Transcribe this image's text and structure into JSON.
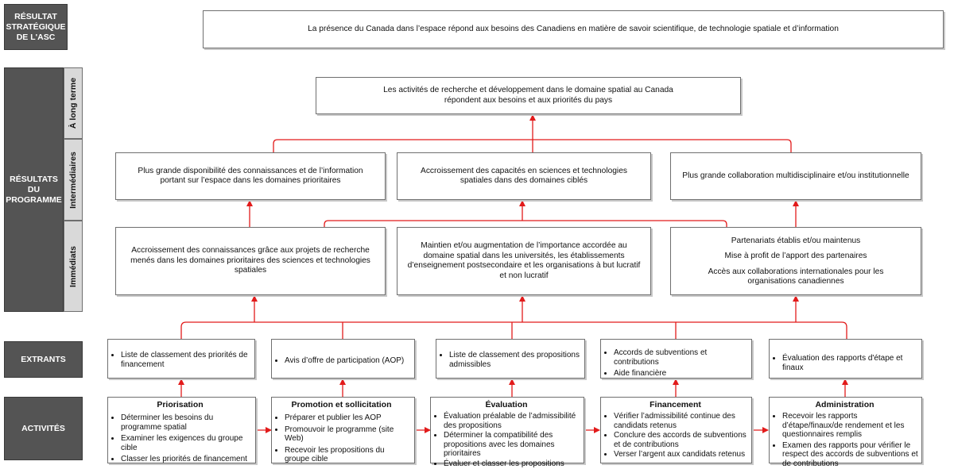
{
  "sections": {
    "strategic": "RÉSULTAT STRATÉGIQUE DE L'ASC",
    "program": "RÉSULTATS DU PROGRAMME",
    "long_term": "À long terme",
    "intermediate": "Intermédiaires",
    "immediate": "Immédiats",
    "outputs": "EXTRANTS",
    "activities": "ACTIVITÉS"
  },
  "strategic_outcome": "La présence du Canada dans l’espace répond aux besoins des Canadiens en matière de savoir scientifique, de technologie spatiale et d’information",
  "long_term_outcome": "Les activités de recherche et développement dans le domaine spatial au Canada répondent aux besoins et aux priorités du pays",
  "intermediate_outcomes": [
    "Plus grande disponibilité des connaissances et de l’information portant sur l’espace dans les domaines prioritaires",
    "Accroissement des capacités en sciences et technologies spatiales dans des domaines ciblés",
    "Plus grande collaboration multidisciplinaire et/ou institutionnelle"
  ],
  "immediate_outcomes": {
    "left": "Accroissement des connaissances grâce aux projets de recherche menés dans les domaines prioritaires des sciences et technologies spatiales",
    "middle": "Maintien et/ou augmentation de l’importance accordée au domaine spatial dans les universités, les établissements d’enseignement postsecondaire et les organisations à but lucratif et non lucratif",
    "right": [
      "Partenariats établis et/ou maintenus",
      "Mise à profit de l’apport des partenaires",
      "Accès aux collaborations internationales pour les organisations canadiennes"
    ]
  },
  "outputs": [
    [
      "Liste de classement des priorités de financement"
    ],
    [
      "Avis d’offre de participation (AOP)"
    ],
    [
      "Liste de classement des propositions admissibles"
    ],
    [
      "Accords de subventions et contributions",
      "Aide financière"
    ],
    [
      "Évaluation des rapports d'étape et finaux"
    ]
  ],
  "activities": [
    {
      "title": "Priorisation",
      "items": [
        "Déterminer les besoins du programme spatial",
        "Examiner les exigences du groupe cible",
        "Classer les priorités de financement"
      ]
    },
    {
      "title": "Promotion et sollicitation",
      "items": [
        "Préparer et publier les AOP",
        "Promouvoir le programme (site Web)",
        "Recevoir les propositions du groupe cible"
      ]
    },
    {
      "title": "Évaluation",
      "items": [
        "Évaluation préalable de l’admissibilité des propositions",
        "Déterminer la compatibilité des propositions avec les domaines prioritaires",
        "Évaluer et classer les propositions"
      ]
    },
    {
      "title": "Financement",
      "items": [
        "Vérifier l’admissibilité continue des candidats retenus",
        "Conclure des accords de subventions et de contributions",
        "Verser l’argent aux candidats retenus"
      ]
    },
    {
      "title": "Administration",
      "items": [
        "Recevoir les rapports d’étape/finaux/de rendement et les questionnaires remplis",
        "Examen des rapports pour vérifier le respect des accords de subventions et de contributions"
      ]
    }
  ],
  "colors": {
    "arrow": "#e21b1b",
    "section_fill": "#545454",
    "subsection_fill": "#d9d9d9"
  }
}
